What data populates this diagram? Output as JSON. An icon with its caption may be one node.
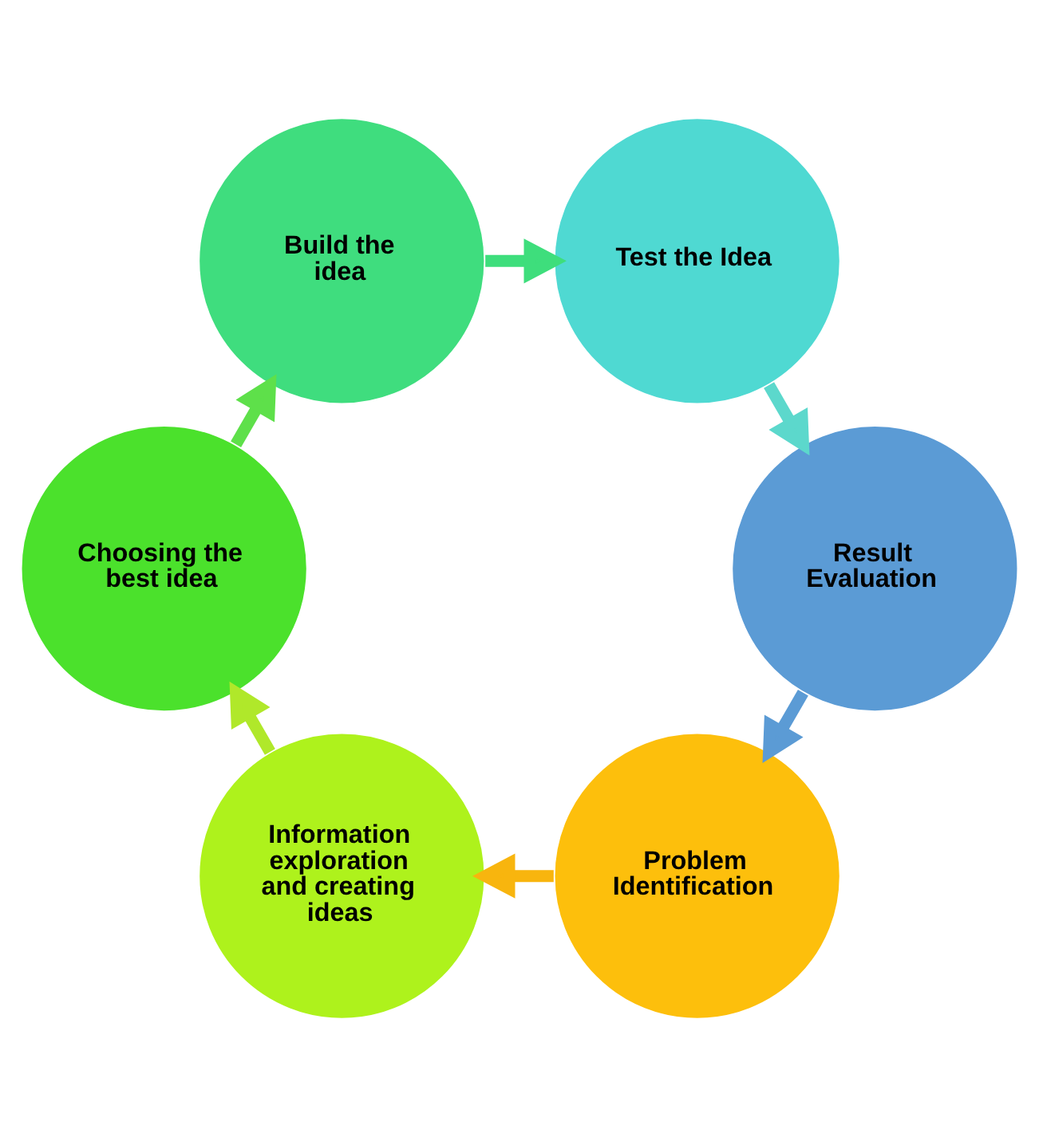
{
  "diagram": {
    "nodes": [
      {
        "text": [
          "Problem Identification"
        ]
      },
      {
        "text": [
          "Information exploration and creating ideas"
        ]
      },
      {
        "text": [
          "Choosing the best idea"
        ]
      },
      {
        "text": [
          "Build the idea"
        ]
      },
      {
        "text": [
          "Test the Idea"
        ]
      },
      {
        "text": [
          "Result Evaluation"
        ]
      }
    ],
    "edges": [
      {
        "from": 0,
        "to": 1,
        "arrow": "to",
        "color": "#f8b50e"
      },
      {
        "from": 1,
        "to": 2,
        "arrow": "to",
        "color": "#b0e82a"
      },
      {
        "from": 2,
        "to": 3,
        "arrow": "to",
        "color": "#5ee04a"
      },
      {
        "from": 3,
        "to": 4,
        "arrow": "to",
        "color": "#3ede7c"
      },
      {
        "from": 4,
        "to": 5,
        "arrow": "to",
        "color": "#5cd8cc"
      },
      {
        "from": 5,
        "to": 0,
        "arrow": "to",
        "color": "#5b9bd5"
      }
    ]
  }
}
